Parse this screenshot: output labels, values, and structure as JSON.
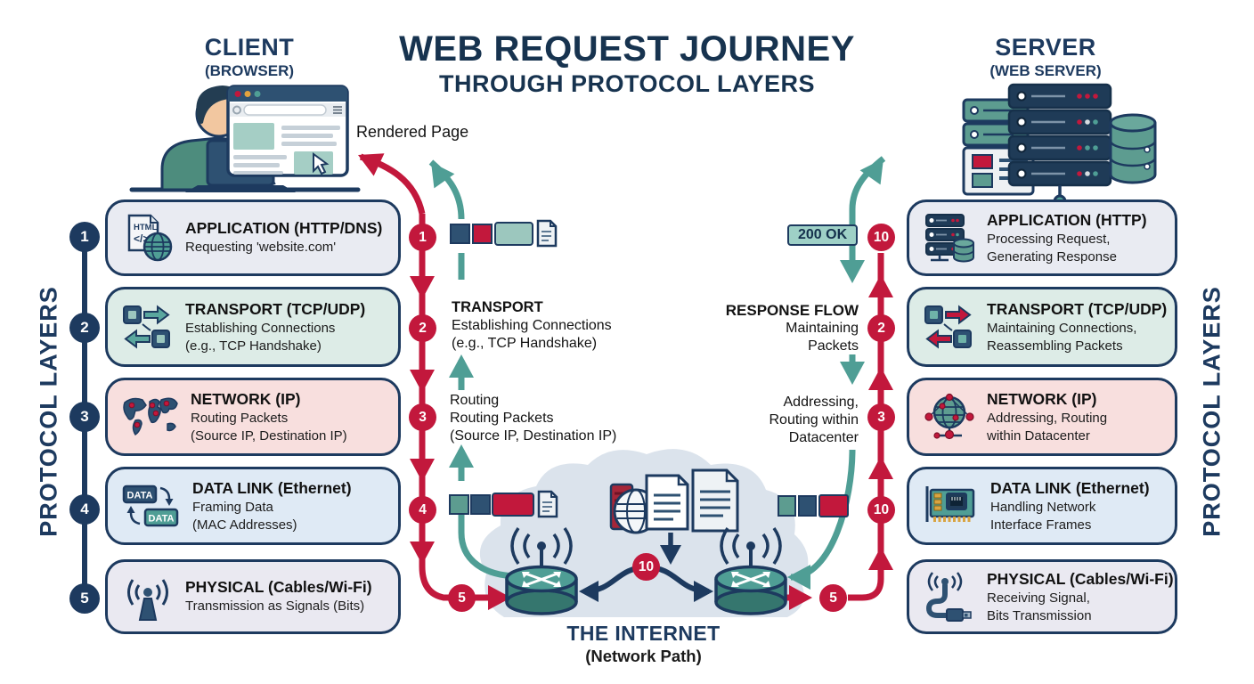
{
  "title": {
    "line1": "WEB REQUEST JOURNEY",
    "line2": "THROUGH PROTOCOL LAYERS"
  },
  "client": {
    "heading": "CLIENT",
    "subheading": "(BROWSER)",
    "rendered_label": "Rendered Page"
  },
  "server": {
    "heading": "SERVER",
    "subheading": "(WEB SERVER)"
  },
  "side_labels": {
    "left": "PROTOCOL LAYERS",
    "right": "PROTOCOL LAYERS"
  },
  "icon_labels": {
    "html": "HTML",
    "code": "</>",
    "data": "DATA"
  },
  "left_stack": {
    "layers": [
      {
        "num": "1",
        "icon": "html-globe-icon",
        "title": "APPLICATION (HTTP/DNS)",
        "lines": [
          "Requesting 'website.com'"
        ]
      },
      {
        "num": "2",
        "icon": "chips-arrows-icon",
        "title": "TRANSPORT (TCP/UDP)",
        "lines": [
          "Establishing Connections",
          "(e.g., TCP Handshake)"
        ]
      },
      {
        "num": "3",
        "icon": "world-map-icon",
        "title": "NETWORK (IP)",
        "lines": [
          "Routing Packets",
          "(Source IP, Destination IP)"
        ]
      },
      {
        "num": "4",
        "icon": "data-frames-icon",
        "title": "DATA LINK (Ethernet)",
        "lines": [
          "Framing Data",
          "(MAC Addresses)"
        ]
      },
      {
        "num": "5",
        "icon": "antenna-icon",
        "title": "PHYSICAL (Cables/Wi-Fi)",
        "lines": [
          "Transmission as Signals (Bits)"
        ]
      }
    ]
  },
  "right_stack": {
    "layers": [
      {
        "icon": "server-db-icon",
        "title": "APPLICATION (HTTP)",
        "lines": [
          "Processing Request,",
          "Generating Response"
        ]
      },
      {
        "icon": "chips-arrows-icon",
        "title": "TRANSPORT (TCP/UDP)",
        "lines": [
          "Maintaining Connections,",
          "Reassembling Packets"
        ]
      },
      {
        "icon": "globe-network-icon",
        "title": "NETWORK (IP)",
        "lines": [
          "Addressing, Routing",
          "within Datacenter"
        ]
      },
      {
        "icon": "network-card-icon",
        "title": "DATA LINK (Ethernet)",
        "lines": [
          "Handling Network",
          "Interface Frames"
        ]
      },
      {
        "icon": "cable-plug-icon",
        "title": "PHYSICAL (Cables/Wi-Fi)",
        "lines": [
          "Receiving Signal,",
          "Bits Transmission"
        ]
      }
    ]
  },
  "request_flow": {
    "markers": [
      "1",
      "2",
      "3",
      "4",
      "5"
    ],
    "transport_note": {
      "title": "TRANSPORT",
      "lines": [
        "Establishing Connections",
        "(e.g., TCP Handshake)"
      ]
    },
    "routing_note": {
      "lines": [
        "Routing",
        "Routing Packets",
        "(Source IP, Destination IP)"
      ]
    }
  },
  "response_flow": {
    "markers": [
      "10",
      "2",
      "3",
      "10",
      "5"
    ],
    "status_badge": "200 OK",
    "response_note": {
      "title": "RESPONSE FLOW",
      "lines": [
        "Maintaining",
        "Packets"
      ]
    },
    "addressing_note": {
      "lines": [
        "Addressing,",
        "Routing within",
        "Datacenter"
      ]
    }
  },
  "internet": {
    "marker": "10",
    "title": "THE INTERNET",
    "subtitle": "(Network Path)"
  },
  "colors": {
    "navy": "#1d3a5f",
    "crimson": "#c2183c",
    "teal": "#4f9e95"
  }
}
